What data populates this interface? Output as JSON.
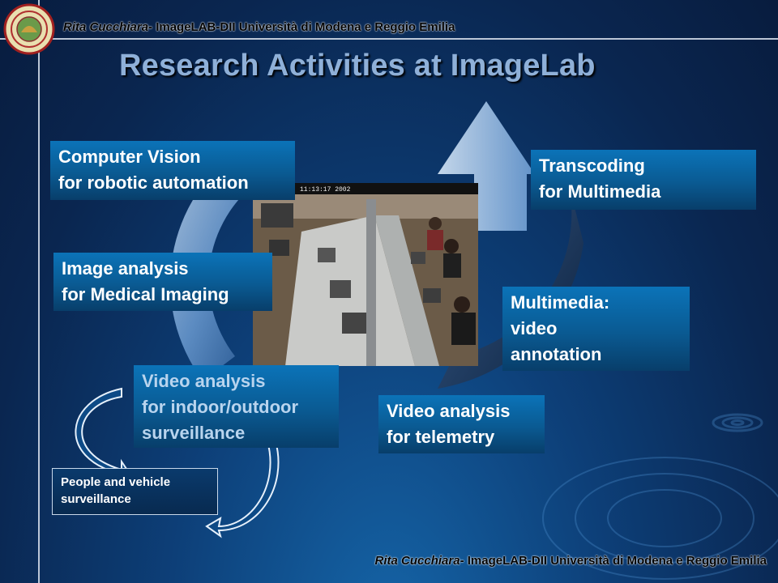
{
  "header": {
    "credit_name": "Rita Cucchiara",
    "credit_rest": "- ImageLAB-DII Università di Modena e Reggio Emilia"
  },
  "title": "Research Activities at ImageLab",
  "photo": {
    "timestamp": "11:13:17  2002"
  },
  "boxes": {
    "computer_vision": "Computer Vision\nfor robotic automation",
    "transcoding": "Transcoding\nfor Multimedia",
    "image_analysis": "Image analysis\nfor Medical Imaging",
    "multimedia": "Multimedia:\nvideo\nannotation",
    "video_surveillance": "Video analysis\nfor indoor/outdoor\nsurveillance",
    "video_telemetry": "Video analysis\nfor telemetry",
    "people_vehicle": "People and vehicle\nsurveillance"
  },
  "footer": {
    "credit_name": "Rita Cucchiara",
    "credit_rest": "- ImageLAB-DII Università di Modena e Reggio Emilia"
  },
  "colors": {
    "background": "#0a2650",
    "box": "#0a5a92",
    "title": "#8fb0d8"
  }
}
